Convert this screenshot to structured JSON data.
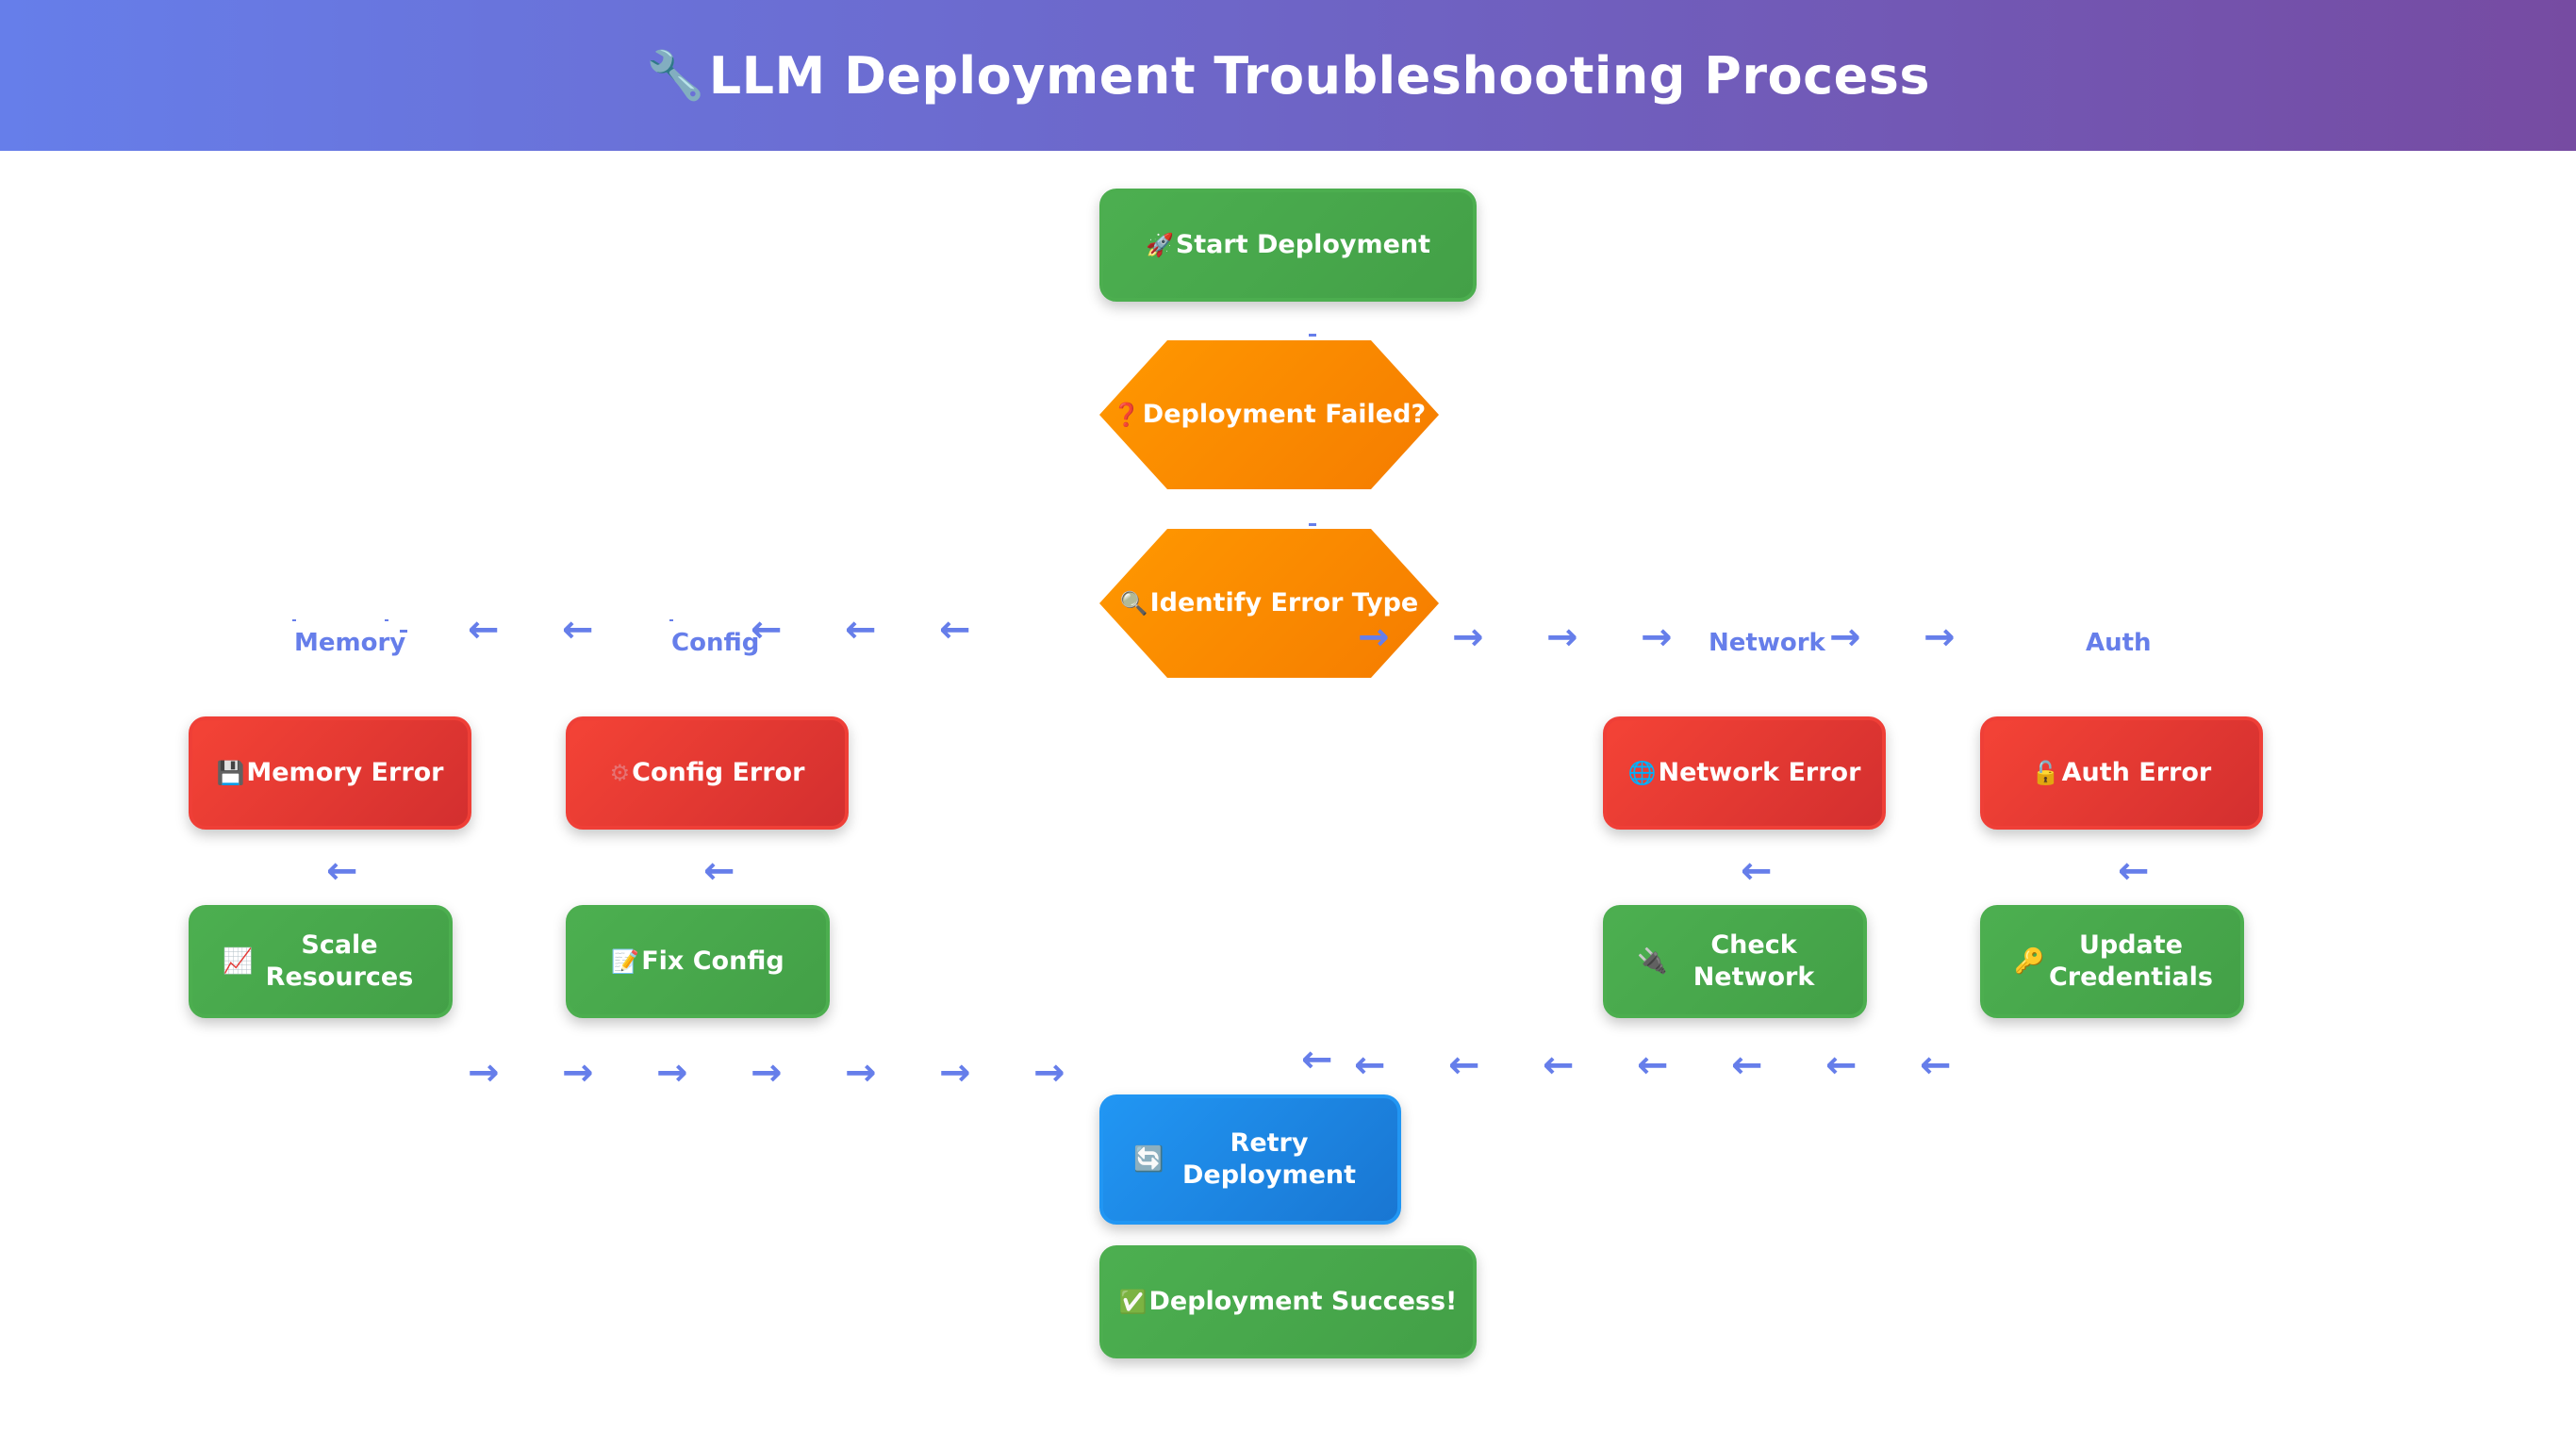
{
  "header": {
    "title": "LLM Deployment Troubleshooting Process",
    "icon": "wrench-icon",
    "gradient": [
      "#667eea",
      "#764ba2"
    ]
  },
  "colors": {
    "action": "#4caf50",
    "error": "#f44336",
    "decision": "#ff9800",
    "retry": "#2196f3",
    "arrow": "#667eea"
  },
  "nodes": {
    "start": {
      "label": "Start Deployment",
      "icon": "rocket-icon"
    },
    "failed": {
      "label": "Deployment Failed?",
      "icon": "question-icon"
    },
    "identify": {
      "label": "Identify Error Type",
      "icon": "magnifier-icon"
    },
    "memory_error": {
      "label": "Memory Error",
      "icon": "floppy-disk-icon"
    },
    "config_error": {
      "label": "Config Error",
      "icon": "gear-icon"
    },
    "network_error": {
      "label": "Network Error",
      "icon": "globe-icon"
    },
    "auth_error": {
      "label": "Auth Error",
      "icon": "unlock-icon"
    },
    "scale": {
      "line1": "Scale",
      "line2": "Resources",
      "icon": "chart-up-icon"
    },
    "fix_config": {
      "label": "Fix Config",
      "icon": "memo-icon"
    },
    "check_network": {
      "line1": "Check",
      "line2": "Network",
      "icon": "plug-icon"
    },
    "update_creds": {
      "line1": "Update",
      "line2": "Credentials",
      "icon": "key-icon"
    },
    "retry": {
      "line1": "Retry",
      "line2": "Deployment",
      "icon": "refresh-icon"
    },
    "success": {
      "label": "Deployment Success!",
      "icon": "check-icon"
    }
  },
  "edge_labels": {
    "memory": "Memory",
    "config": "Config",
    "network": "Network",
    "auth": "Auth"
  }
}
